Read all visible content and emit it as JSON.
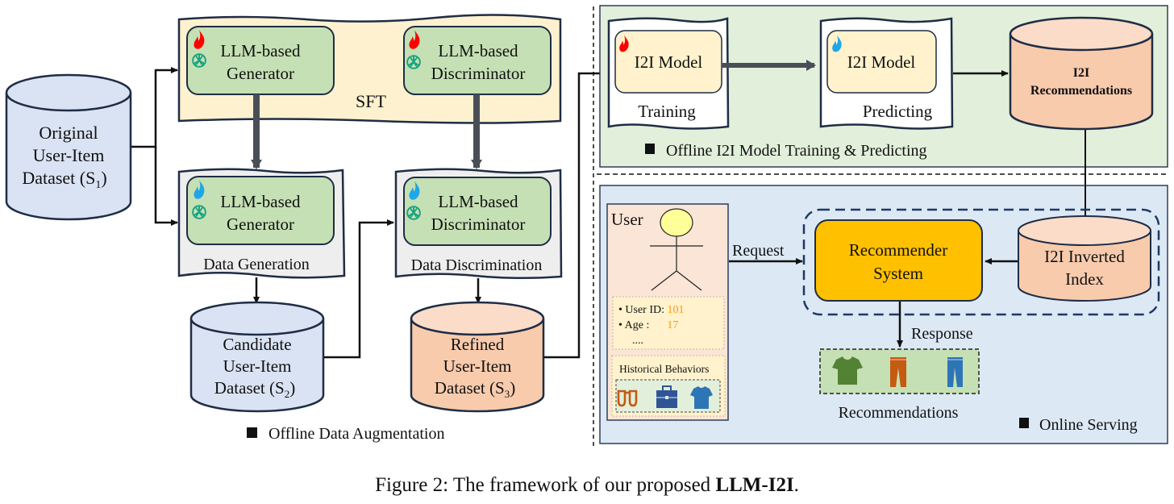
{
  "caption": {
    "prefix": "Figure 2: The framework of our proposed ",
    "bold": "LLM-I2I",
    "suffix": "."
  },
  "colors": {
    "green_box": "#c5e0b4",
    "sft_panel": "#fdf1cf",
    "gray_panel": "#eeeeee",
    "blue_db": "#dae3f3",
    "orange_db": "#f8cbad",
    "offline_panel": "#e2efda",
    "online_panel": "#dce9f5",
    "recommender": "#ffc000",
    "user_panel": "#fbe5d6",
    "i2i_box": "#fff2cc",
    "fire_trainable": "#ff0000",
    "fire_frozen": "#1ea7e8",
    "accent_value": "#f39c12"
  },
  "augmentation": {
    "original_dataset": [
      "Original",
      "User-Item",
      "Dataset (S",
      "1",
      ")"
    ],
    "sft_label": "SFT",
    "generator_label": [
      "LLM-based",
      "Generator"
    ],
    "discriminator_label": [
      "LLM-based",
      "Discriminator"
    ],
    "data_generation": "Data Generation",
    "data_discrimination": "Data Discrimination",
    "candidate_dataset": [
      "Candidate",
      "User-Item",
      "Dataset (S",
      "2",
      ")"
    ],
    "refined_dataset": [
      "Refined",
      "User-Item",
      "Dataset (S",
      "3",
      ")"
    ],
    "section_label": "Offline Data Augmentation",
    "icons": {
      "trainable": "fire-icon-red",
      "frozen": "fire-icon-blue",
      "llm": "openai-icon"
    }
  },
  "offline_i2i": {
    "model_label": "I2I Model",
    "training": "Training",
    "predicting": "Predicting",
    "recommendations_db": [
      "I2I",
      "Recommendations"
    ],
    "section_label": "Offline I2I Model Training & Predicting"
  },
  "online": {
    "user_title": "User",
    "user_fields": [
      {
        "label": "User ID:",
        "value": "101"
      },
      {
        "label": "Age :",
        "value": "17"
      }
    ],
    "ellipsis": "....",
    "historical_behaviors": "Historical Behaviors",
    "history_items": [
      "glasses-icon",
      "briefcase-icon",
      "tshirt-icon"
    ],
    "request": "Request",
    "recommender": [
      "Recommender",
      "System"
    ],
    "inverted_index": [
      "I2I Inverted",
      "Index"
    ],
    "response": "Response",
    "recommendation_items": [
      "tshirt-icon",
      "pants-icon",
      "pants-icon"
    ],
    "recommendations": "Recommendations",
    "section_label": "Online Serving"
  }
}
